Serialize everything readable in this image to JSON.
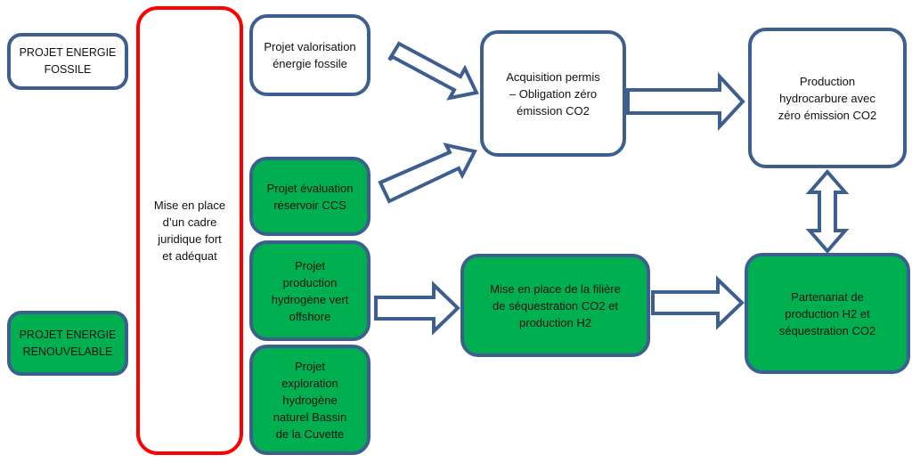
{
  "diagram": {
    "nodes": {
      "fossil_category": {
        "label": "PROJET ENERGIE\nFOSSILE",
        "fill": "#ffffff"
      },
      "renewable_category": {
        "label": "PROJET ENERGIE\nRENOUVELABLE",
        "fill": "#00b050"
      },
      "legal_framework": {
        "label": "Mise en place\nd’un cadre\njuridique fort\net adéquat",
        "border": "#ff0000"
      },
      "fossil_valorisation": {
        "label": "Projet valorisation\nénergie fossile",
        "fill": "#ffffff"
      },
      "ccs_evaluation": {
        "label": "Projet évaluation\nréservoir CCS",
        "fill": "#00b050"
      },
      "green_hydrogen": {
        "label": "Projet\nproduction\nhydrogène vert\noffshore",
        "fill": "#00b050"
      },
      "natural_hydrogen": {
        "label": "Projet\nexploration\nhydrogène\nnaturel Bassin\nde la Cuvette",
        "fill": "#00b050"
      },
      "permit_acquisition": {
        "label": "Acquisition permis\n– Obligation zéro\némission CO2",
        "fill": "#ffffff"
      },
      "co2_h2_chain": {
        "label": "Mise en place de la filière\nde séquestration CO2 et\nproduction H2",
        "fill": "#00b050"
      },
      "hydrocarbon_production": {
        "label": "Production\nhydrocarbure avec\nzéro émission CO2",
        "fill": "#ffffff"
      },
      "h2_partnership": {
        "label": "Partenariat de\nproduction H2 et\nséquestration CO2",
        "fill": "#00b050"
      }
    },
    "edges": [
      {
        "from": "fossil_valorisation",
        "to": "permit_acquisition",
        "type": "block-arrow"
      },
      {
        "from": "ccs_evaluation",
        "to": "permit_acquisition",
        "type": "block-arrow"
      },
      {
        "from": "permit_acquisition",
        "to": "hydrocarbon_production",
        "type": "block-arrow"
      },
      {
        "from": "green_hydrogen",
        "to": "co2_h2_chain",
        "type": "block-arrow"
      },
      {
        "from": "co2_h2_chain",
        "to": "h2_partnership",
        "type": "block-arrow"
      },
      {
        "from": "hydrocarbon_production",
        "to": "h2_partnership",
        "type": "double-block-arrow"
      }
    ],
    "colors": {
      "border_blue": "#3d5f8f",
      "green_fill": "#00b050",
      "red_border": "#ff0000"
    }
  }
}
